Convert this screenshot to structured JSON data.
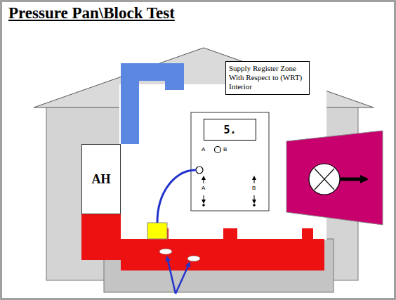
{
  "diagram": {
    "title": "Pressure Pan\\Block Test",
    "nodes": [
      {
        "text": [
          "Supply Register Zone With Respect to (WRT) Interior"
        ]
      },
      {
        "text": [
          "AH"
        ]
      },
      {
        "text": [
          "5."
        ]
      }
    ],
    "labels": [
      "A",
      "B",
      "A",
      "B"
    ]
  }
}
